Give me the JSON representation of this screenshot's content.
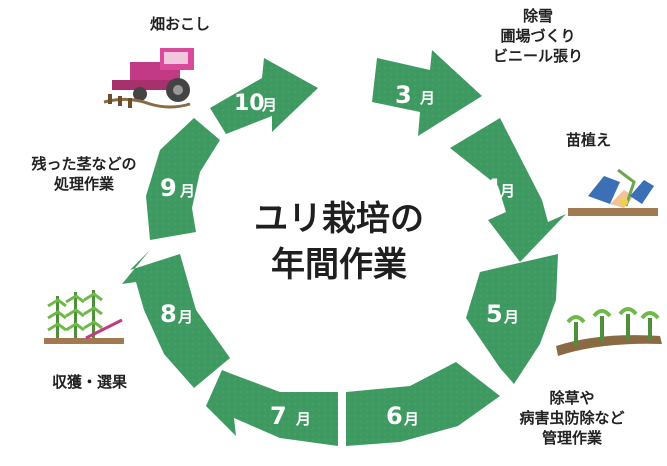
{
  "title_lines": [
    "ユリ栽培の",
    "年間作業"
  ],
  "colors": {
    "arrow_green": "#3f9a62",
    "arrow_dark": "#2e7f4e",
    "text": "#222222",
    "soil": "#a27a52"
  },
  "months": [
    {
      "num": "3",
      "unit": "月"
    },
    {
      "num": "4",
      "unit": "月"
    },
    {
      "num": "5",
      "unit": "月"
    },
    {
      "num": "6",
      "unit": "月"
    },
    {
      "num": "7",
      "unit": "月"
    },
    {
      "num": "8",
      "unit": "月"
    },
    {
      "num": "9",
      "unit": "月"
    },
    {
      "num": "10",
      "unit": "月"
    }
  ],
  "tasks": {
    "snow_removal": [
      "除雪",
      "圃場づくり",
      "ビニール張り"
    ],
    "planting": [
      "苗植え"
    ],
    "weeding": [
      "除草や",
      "病害虫防除など",
      "管理作業"
    ],
    "harvest": [
      "収獲・選果"
    ],
    "stem_disposal": [
      "残った茎などの",
      "処理作業"
    ],
    "plowing": [
      "畑おこし"
    ]
  },
  "icons": [
    "tractor-icon",
    "planting-hands-icon",
    "sprouts-icon",
    "plants-hoe-icon"
  ]
}
